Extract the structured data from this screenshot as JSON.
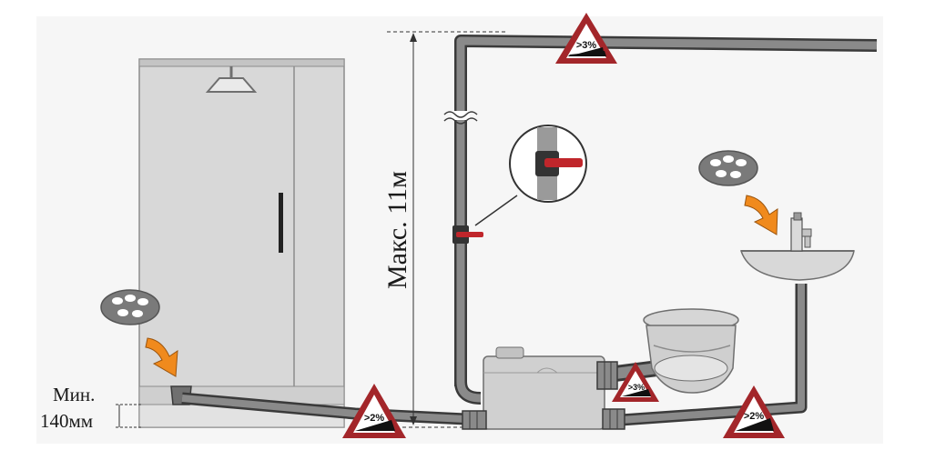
{
  "labels": {
    "max_height": "Макс. 11м",
    "min_line1": "Мин.",
    "min_line2": "140мм"
  },
  "slopes": {
    "top": ">3%",
    "shower": ">2%",
    "toilet": ">3%",
    "sink": ">2%"
  },
  "colors": {
    "pipe": "#3a3a3a",
    "pipe_fill": "#8a8a8a",
    "warning_red": "#a3262a",
    "arrow_orange": "#f08a1d",
    "valve_red": "#c0262b",
    "cabin": "#d6d6d6"
  },
  "icons": {
    "slope": "slope-warning-icon",
    "grate": "drain-grate-icon",
    "arrow": "flow-arrow-icon",
    "valve": "ball-valve-icon"
  }
}
